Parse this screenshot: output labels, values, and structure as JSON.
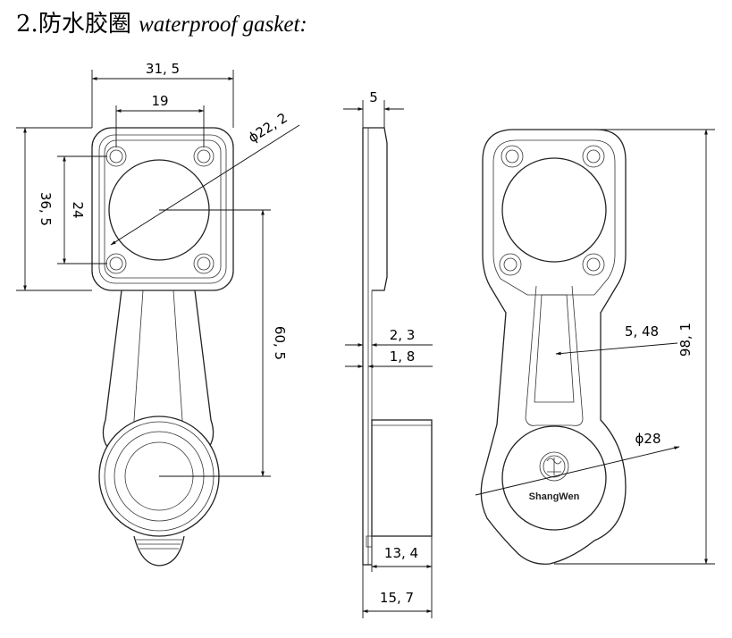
{
  "heading": {
    "number": "2.",
    "title_cn": "防水胶圈",
    "title_en": "waterproof gasket:"
  },
  "front_view": {
    "width_overall": "31, 5",
    "hole_spacing_x": "19",
    "diameter_opening": "ϕ22, 2",
    "height_flange": "36, 5",
    "hole_spacing_y": "24",
    "center_distance": "60, 5"
  },
  "side_view": {
    "top_thickness": "5",
    "thickness_a": "2, 3",
    "thickness_b": "1, 8",
    "plug_depth": "13, 4",
    "total_depth": "15, 7"
  },
  "back_view": {
    "rib_width": "5, 48",
    "plug_diameter": "ϕ28",
    "overall_length": "98, 1",
    "logo_text": "ShangWen"
  }
}
